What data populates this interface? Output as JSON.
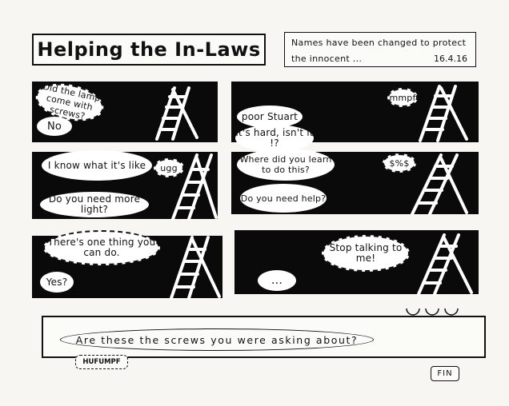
{
  "header": {
    "title": "Helping the In-Laws",
    "note": "Names have been changed to protect the innocent ...",
    "date": "16.4.16"
  },
  "panels": {
    "p1": {
      "b1": "Did the lamp come with screws?",
      "b2": "No"
    },
    "p2": {
      "b1": "mmpf",
      "b2": "poor Stuart",
      "b3": "It's hard, isn't it !?"
    },
    "p3": {
      "b1": "I know what it's like",
      "b2": "ugg",
      "b3": "Do you need more light?"
    },
    "p4": {
      "b1": "Where did you learn to do this?",
      "b2": "$%$",
      "b3": "Do you need help?"
    },
    "p5": {
      "b1": "There's one thing you can do.",
      "b2": "Yes?"
    },
    "p6": {
      "b1": "...",
      "b2": "Stop talking to me!"
    }
  },
  "footer": {
    "speech": "Are these the screws you were asking about?",
    "grumble": "HUFUMPF",
    "end": "FIN"
  }
}
